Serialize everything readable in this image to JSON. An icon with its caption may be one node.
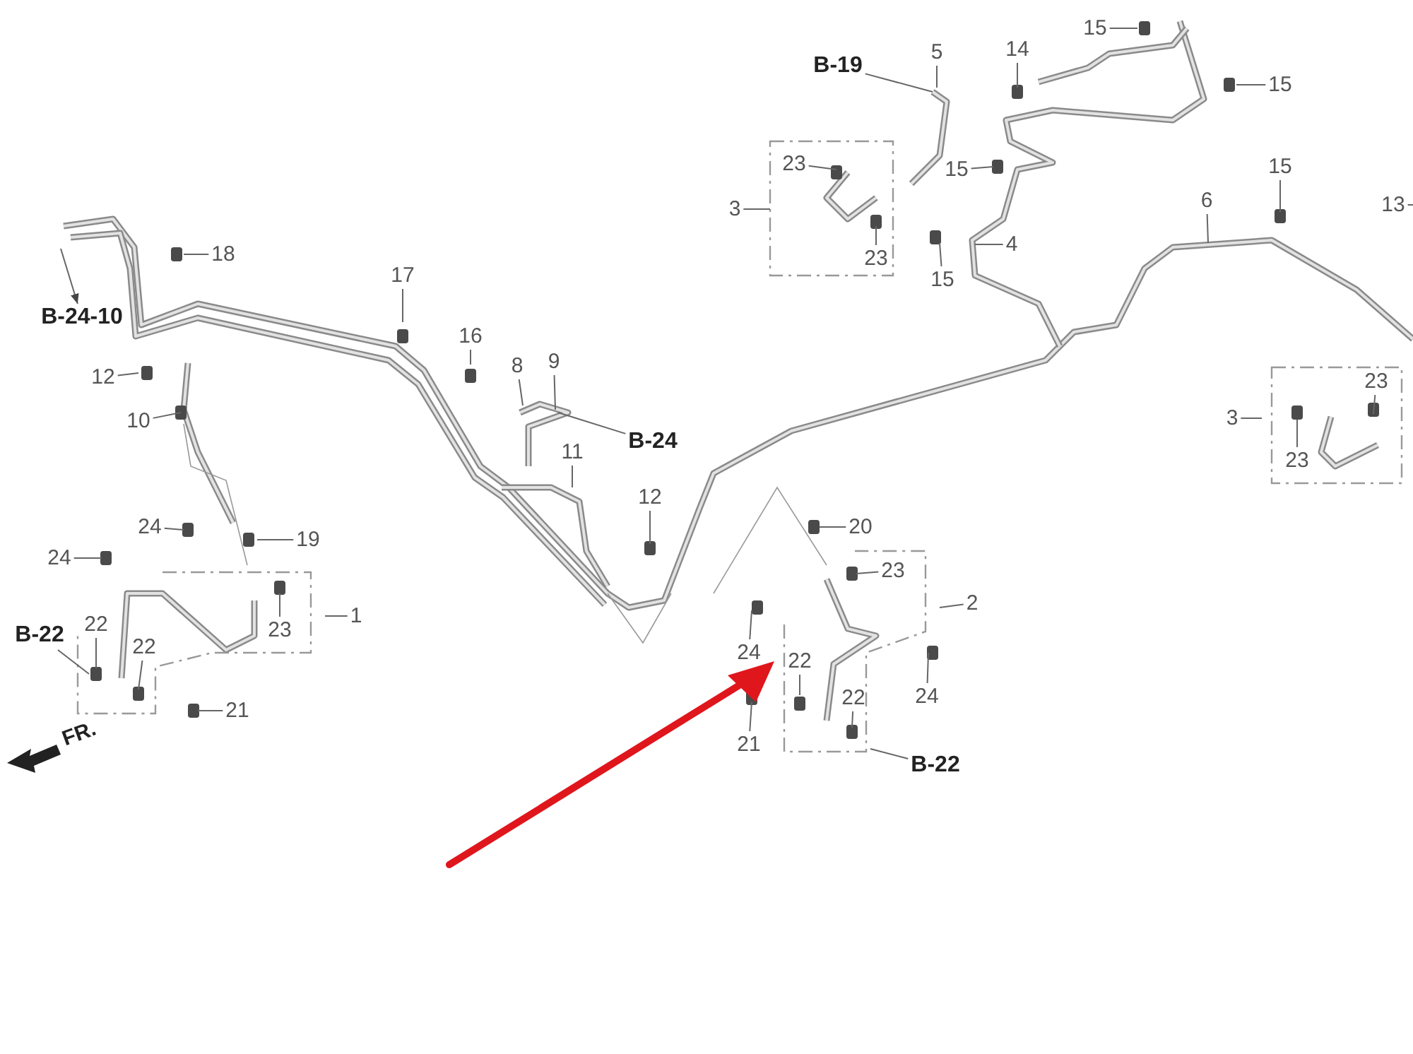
{
  "diagram": {
    "nodes": [
      {
        "text": [
          "15"
        ]
      },
      {
        "text": [
          "B-19"
        ]
      },
      {
        "text": [
          "5"
        ]
      },
      {
        "text": [
          "14"
        ]
      },
      {
        "text": [
          "15"
        ]
      },
      {
        "text": [
          "23"
        ]
      },
      {
        "text": [
          "15"
        ]
      },
      {
        "text": [
          "15"
        ]
      },
      {
        "text": [
          "3"
        ]
      },
      {
        "text": [
          "6"
        ]
      },
      {
        "text": [
          "13"
        ]
      },
      {
        "text": [
          "4"
        ]
      },
      {
        "text": [
          "18"
        ]
      },
      {
        "text": [
          "23"
        ]
      },
      {
        "text": [
          "17"
        ]
      },
      {
        "text": [
          "15"
        ]
      },
      {
        "text": [
          "B-24-10"
        ]
      },
      {
        "text": [
          "16"
        ]
      },
      {
        "text": [
          "9"
        ]
      },
      {
        "text": [
          "8"
        ]
      },
      {
        "text": [
          "12"
        ]
      },
      {
        "text": [
          "23"
        ]
      },
      {
        "text": [
          "10"
        ]
      },
      {
        "text": [
          "3"
        ]
      },
      {
        "text": [
          "B-24"
        ]
      },
      {
        "text": [
          "11"
        ]
      },
      {
        "text": [
          "23"
        ]
      },
      {
        "text": [
          "12"
        ]
      },
      {
        "text": [
          "24"
        ]
      },
      {
        "text": [
          "20"
        ]
      },
      {
        "text": [
          "19"
        ]
      },
      {
        "text": [
          "24"
        ]
      },
      {
        "text": [
          "23"
        ]
      },
      {
        "text": [
          "2"
        ]
      },
      {
        "text": [
          "1"
        ]
      },
      {
        "text": [
          "22"
        ]
      },
      {
        "text": [
          "23"
        ]
      },
      {
        "text": [
          "B-22"
        ]
      },
      {
        "text": [
          "22"
        ]
      },
      {
        "text": [
          "24"
        ]
      },
      {
        "text": [
          "22"
        ]
      },
      {
        "text": [
          "24"
        ]
      },
      {
        "text": [
          "22"
        ]
      },
      {
        "text": [
          "21"
        ]
      },
      {
        "text": [
          "21"
        ]
      },
      {
        "text": [
          "B-22"
        ]
      }
    ],
    "edges": [
      {
        "from": 0,
        "to": null,
        "arrow": "none"
      },
      {
        "from": 1,
        "to": null,
        "arrow": "none"
      },
      {
        "from": 2,
        "to": null,
        "arrow": "none"
      },
      {
        "from": 3,
        "to": null,
        "arrow": "none"
      },
      {
        "from": 4,
        "to": null,
        "arrow": "none"
      },
      {
        "from": 5,
        "to": null,
        "arrow": "none"
      },
      {
        "from": 6,
        "to": null,
        "arrow": "none"
      },
      {
        "from": 7,
        "to": null,
        "arrow": "none"
      },
      {
        "from": 8,
        "to": null,
        "arrow": "none"
      },
      {
        "from": 9,
        "to": null,
        "arrow": "none"
      },
      {
        "from": 10,
        "to": null,
        "arrow": "none"
      },
      {
        "from": 11,
        "to": null,
        "arrow": "none"
      },
      {
        "from": 12,
        "to": null,
        "arrow": "none"
      },
      {
        "from": 13,
        "to": null,
        "arrow": "none"
      },
      {
        "from": 14,
        "to": null,
        "arrow": "none"
      },
      {
        "from": 15,
        "to": null,
        "arrow": "none"
      },
      {
        "from": null,
        "to": 16,
        "arrow": "to"
      },
      {
        "from": 17,
        "to": null,
        "arrow": "none"
      },
      {
        "from": 18,
        "to": null,
        "arrow": "none"
      },
      {
        "from": 19,
        "to": null,
        "arrow": "none"
      },
      {
        "from": 20,
        "to": null,
        "arrow": "none"
      },
      {
        "from": 21,
        "to": null,
        "arrow": "none"
      },
      {
        "from": 22,
        "to": null,
        "arrow": "none"
      },
      {
        "from": 23,
        "to": null,
        "arrow": "none"
      },
      {
        "from": 24,
        "to": null,
        "arrow": "none"
      },
      {
        "from": 25,
        "to": null,
        "arrow": "none"
      },
      {
        "from": 26,
        "to": null,
        "arrow": "none"
      },
      {
        "from": 27,
        "to": null,
        "arrow": "none"
      },
      {
        "from": 28,
        "to": null,
        "arrow": "none"
      },
      {
        "from": 29,
        "to": null,
        "arrow": "none"
      },
      {
        "from": 30,
        "to": null,
        "arrow": "none"
      },
      {
        "from": 31,
        "to": null,
        "arrow": "none"
      },
      {
        "from": 32,
        "to": null,
        "arrow": "none"
      },
      {
        "from": 33,
        "to": null,
        "arrow": "none"
      },
      {
        "from": 34,
        "to": null,
        "arrow": "none"
      },
      {
        "from": 35,
        "to": null,
        "arrow": "none"
      },
      {
        "from": 36,
        "to": null,
        "arrow": "none"
      },
      {
        "from": 37,
        "to": null,
        "arrow": "none"
      },
      {
        "from": 38,
        "to": null,
        "arrow": "none"
      },
      {
        "from": 39,
        "to": null,
        "arrow": "none"
      },
      {
        "from": 40,
        "to": null,
        "arrow": "none"
      },
      {
        "from": 41,
        "to": null,
        "arrow": "none"
      },
      {
        "from": 42,
        "to": null,
        "arrow": "none"
      },
      {
        "from": 43,
        "to": null,
        "arrow": "none"
      },
      {
        "from": 44,
        "to": null,
        "arrow": "none"
      },
      {
        "from": 45,
        "to": null,
        "arrow": "none"
      }
    ],
    "labels": [
      "FR."
    ]
  }
}
